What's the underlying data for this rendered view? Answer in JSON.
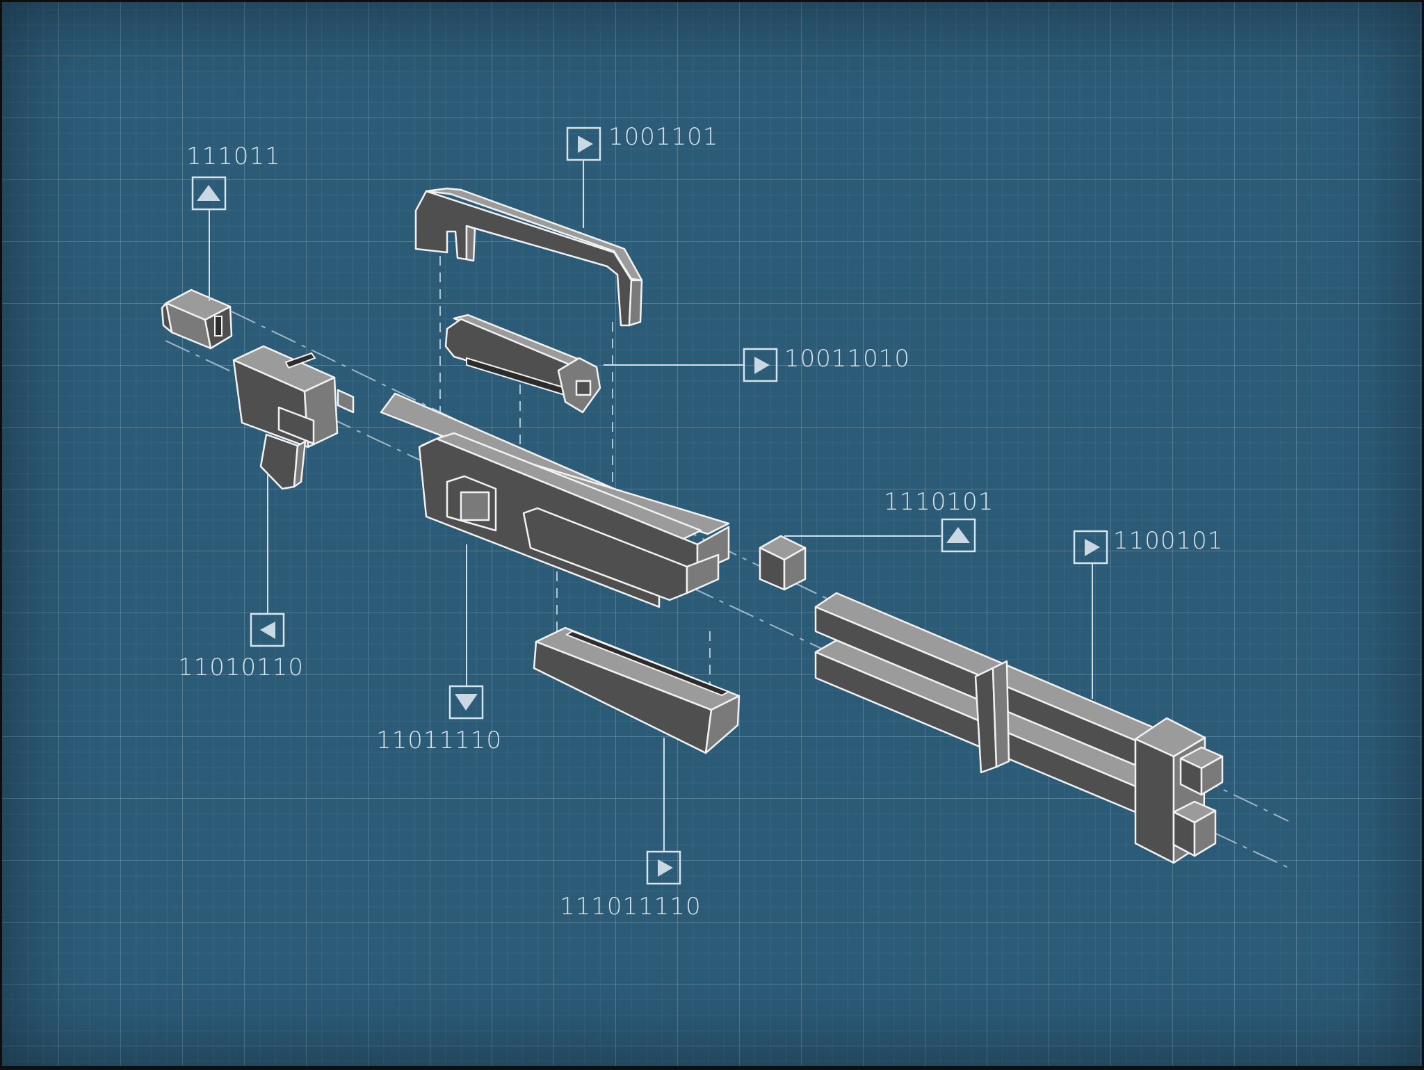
{
  "labels": {
    "part_1": "111011",
    "part_2": "1001101",
    "part_3": "10011010",
    "part_4": "1110101",
    "part_5": "1100101",
    "part_6": "11010110",
    "part_7": "11011110",
    "part_8": "111011110"
  },
  "markers": {
    "part_1": "up-triangle-icon",
    "part_2": "right-triangle-icon",
    "part_3": "right-triangle-icon",
    "part_4": "up-triangle-icon",
    "part_5": "right-triangle-icon",
    "part_6": "left-triangle-icon",
    "part_7": "down-triangle-icon",
    "part_8": "right-triangle-icon"
  },
  "colors": {
    "background": "#2c5b78",
    "part_fill": "#4f4f4f",
    "part_outline": "#f2f2f2",
    "label_text": "#d9e6ee"
  }
}
